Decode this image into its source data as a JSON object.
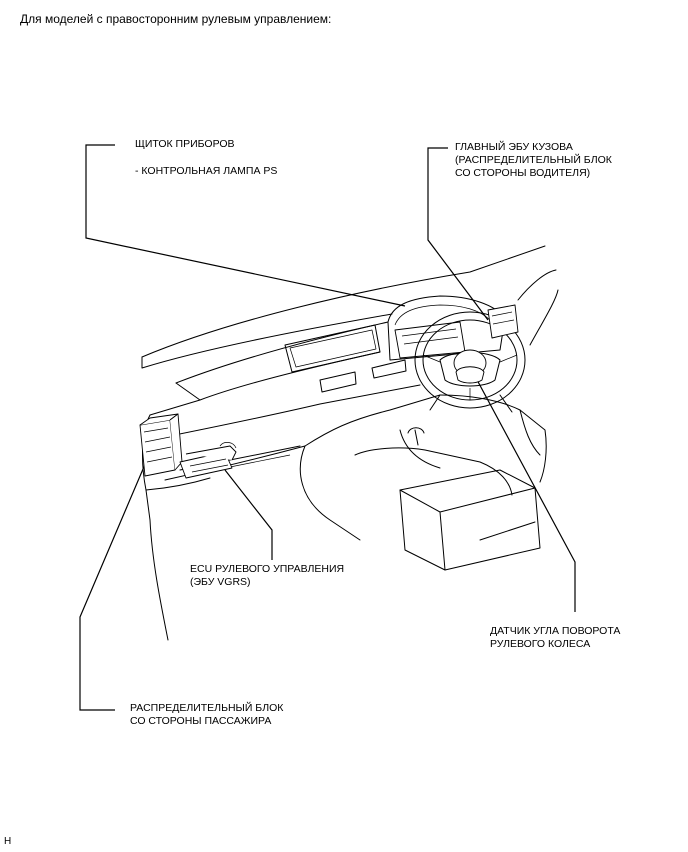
{
  "heading": "Для моделей с правосторонним рулевым управлением:",
  "callouts": {
    "instrument_panel": {
      "title": "ЩИТОК ПРИБОРОВ",
      "sub": "- КОНТРОЛЬНАЯ ЛАМПА PS"
    },
    "main_body_ecu": {
      "line1": "ГЛАВНЫЙ ЭБУ КУЗОВА",
      "line2": "(РАСПРЕДЕЛИТЕЛЬНЫЙ БЛОК",
      "line3": "СО СТОРОНЫ ВОДИТЕЛЯ)"
    },
    "steering_ecu": {
      "line1": "ECU РУЛЕВОГО УПРАВЛЕНИЯ",
      "line2": "(ЭБУ VGRS)"
    },
    "steering_angle_sensor": {
      "line1": "ДАТЧИК УГЛА ПОВОРОТА",
      "line2": "РУЛЕВОГО КОЛЕСА"
    },
    "passenger_junction_block": {
      "line1": "РАСПРЕДЕЛИТЕЛЬНЫЙ БЛОК",
      "line2": "СО СТОРОНЫ ПАССАЖИРА"
    }
  },
  "footer_code": "H"
}
